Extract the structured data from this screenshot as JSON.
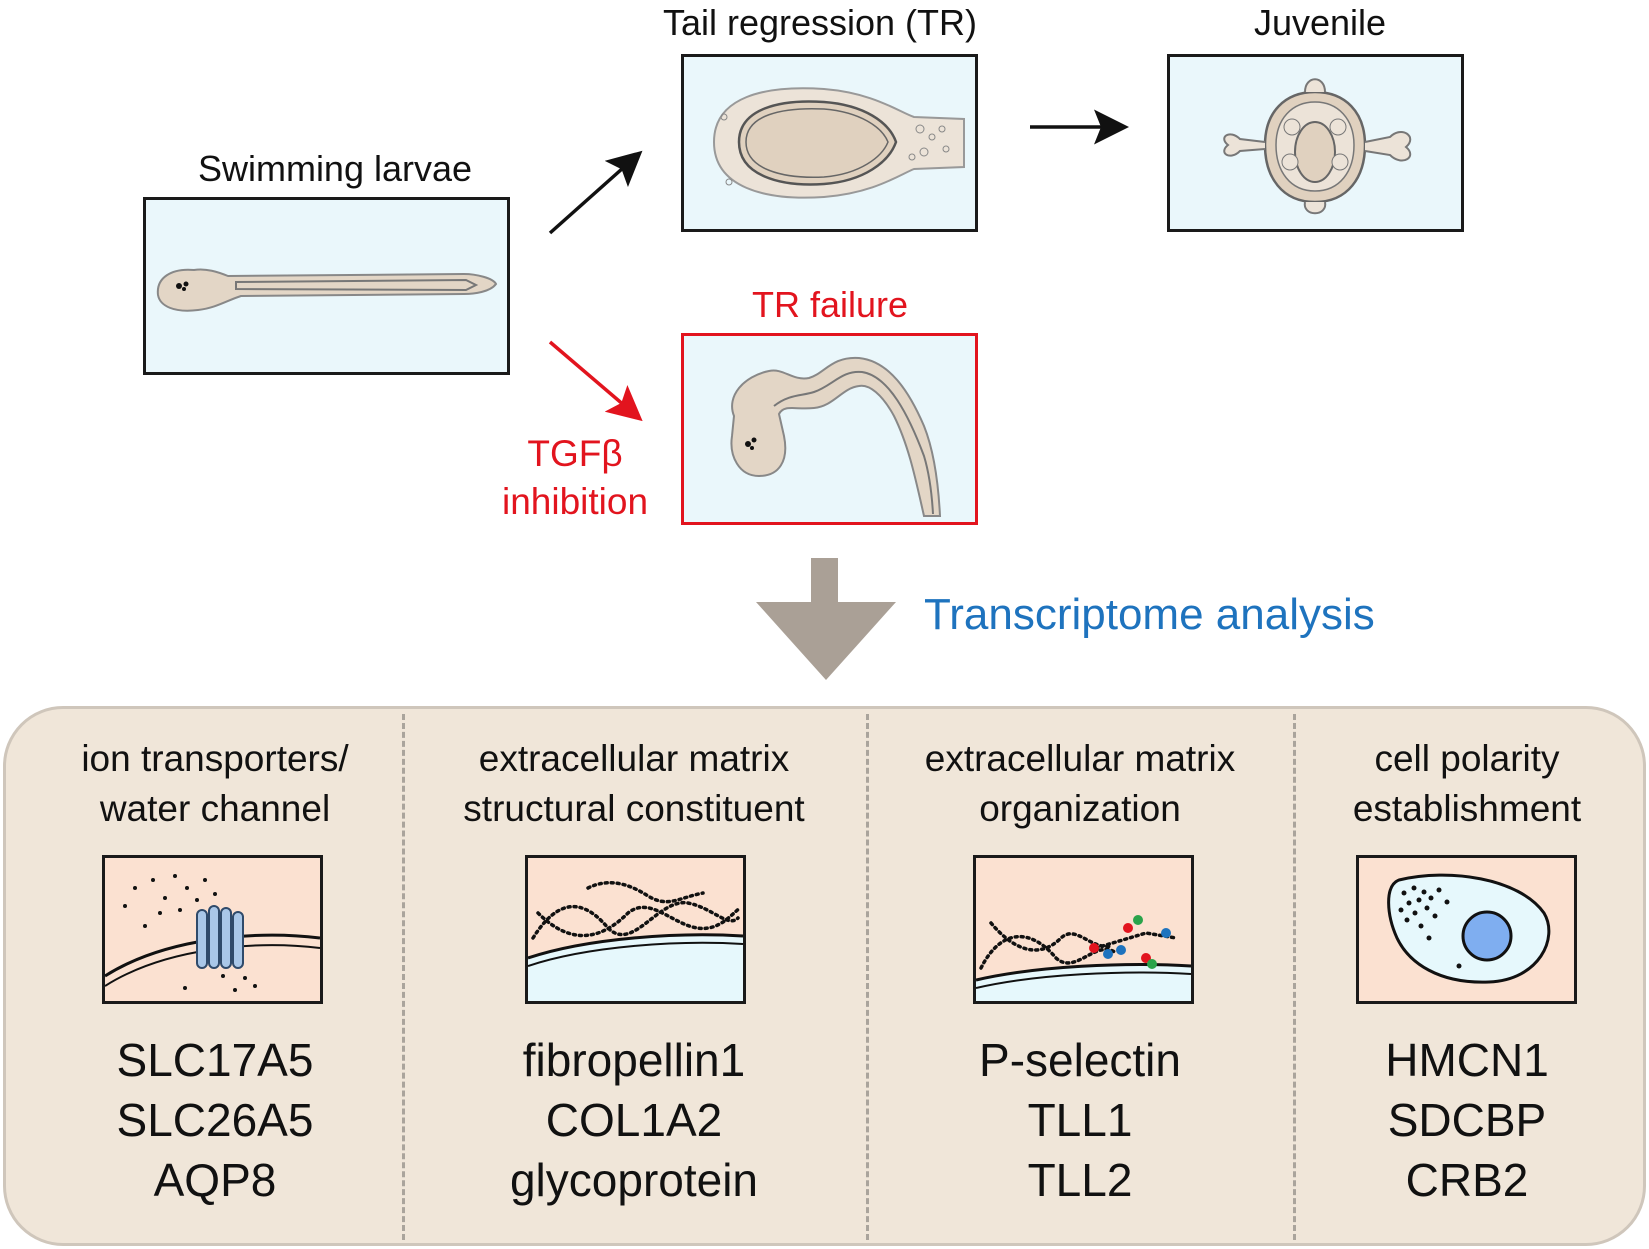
{
  "stages": {
    "swimming_larvae": "Swimming larvae",
    "tail_regression": "Tail regression (TR)",
    "juvenile": "Juvenile",
    "tr_failure": "TR failure",
    "tgf_inhibition_line1": "TGFβ",
    "tgf_inhibition_line2": "inhibition"
  },
  "analysis_label": "Transcriptome analysis",
  "categories": [
    {
      "title_line1": "ion transporters/",
      "title_line2": "water channel",
      "genes": [
        "SLC17A5",
        "SLC26A5",
        "AQP8"
      ]
    },
    {
      "title_line1": "extracellular matrix",
      "title_line2": "structural constituent",
      "genes": [
        "fibropellin1",
        "COL1A2",
        "glycoprotein"
      ]
    },
    {
      "title_line1": "extracellular matrix",
      "title_line2": "organization",
      "genes": [
        "P-selectin",
        "TLL1",
        "TLL2"
      ]
    },
    {
      "title_line1": "cell polarity",
      "title_line2": "establishment",
      "genes": [
        "HMCN1",
        "SDCBP",
        "CRB2"
      ]
    }
  ],
  "colors": {
    "panel_bg": "#eaf7fb",
    "failure_red": "#e2141e",
    "analysis_blue": "#1e73be",
    "result_bg": "#f0e6d9",
    "icon_bg": "#fbe1d1",
    "big_arrow": "#aaa096"
  }
}
